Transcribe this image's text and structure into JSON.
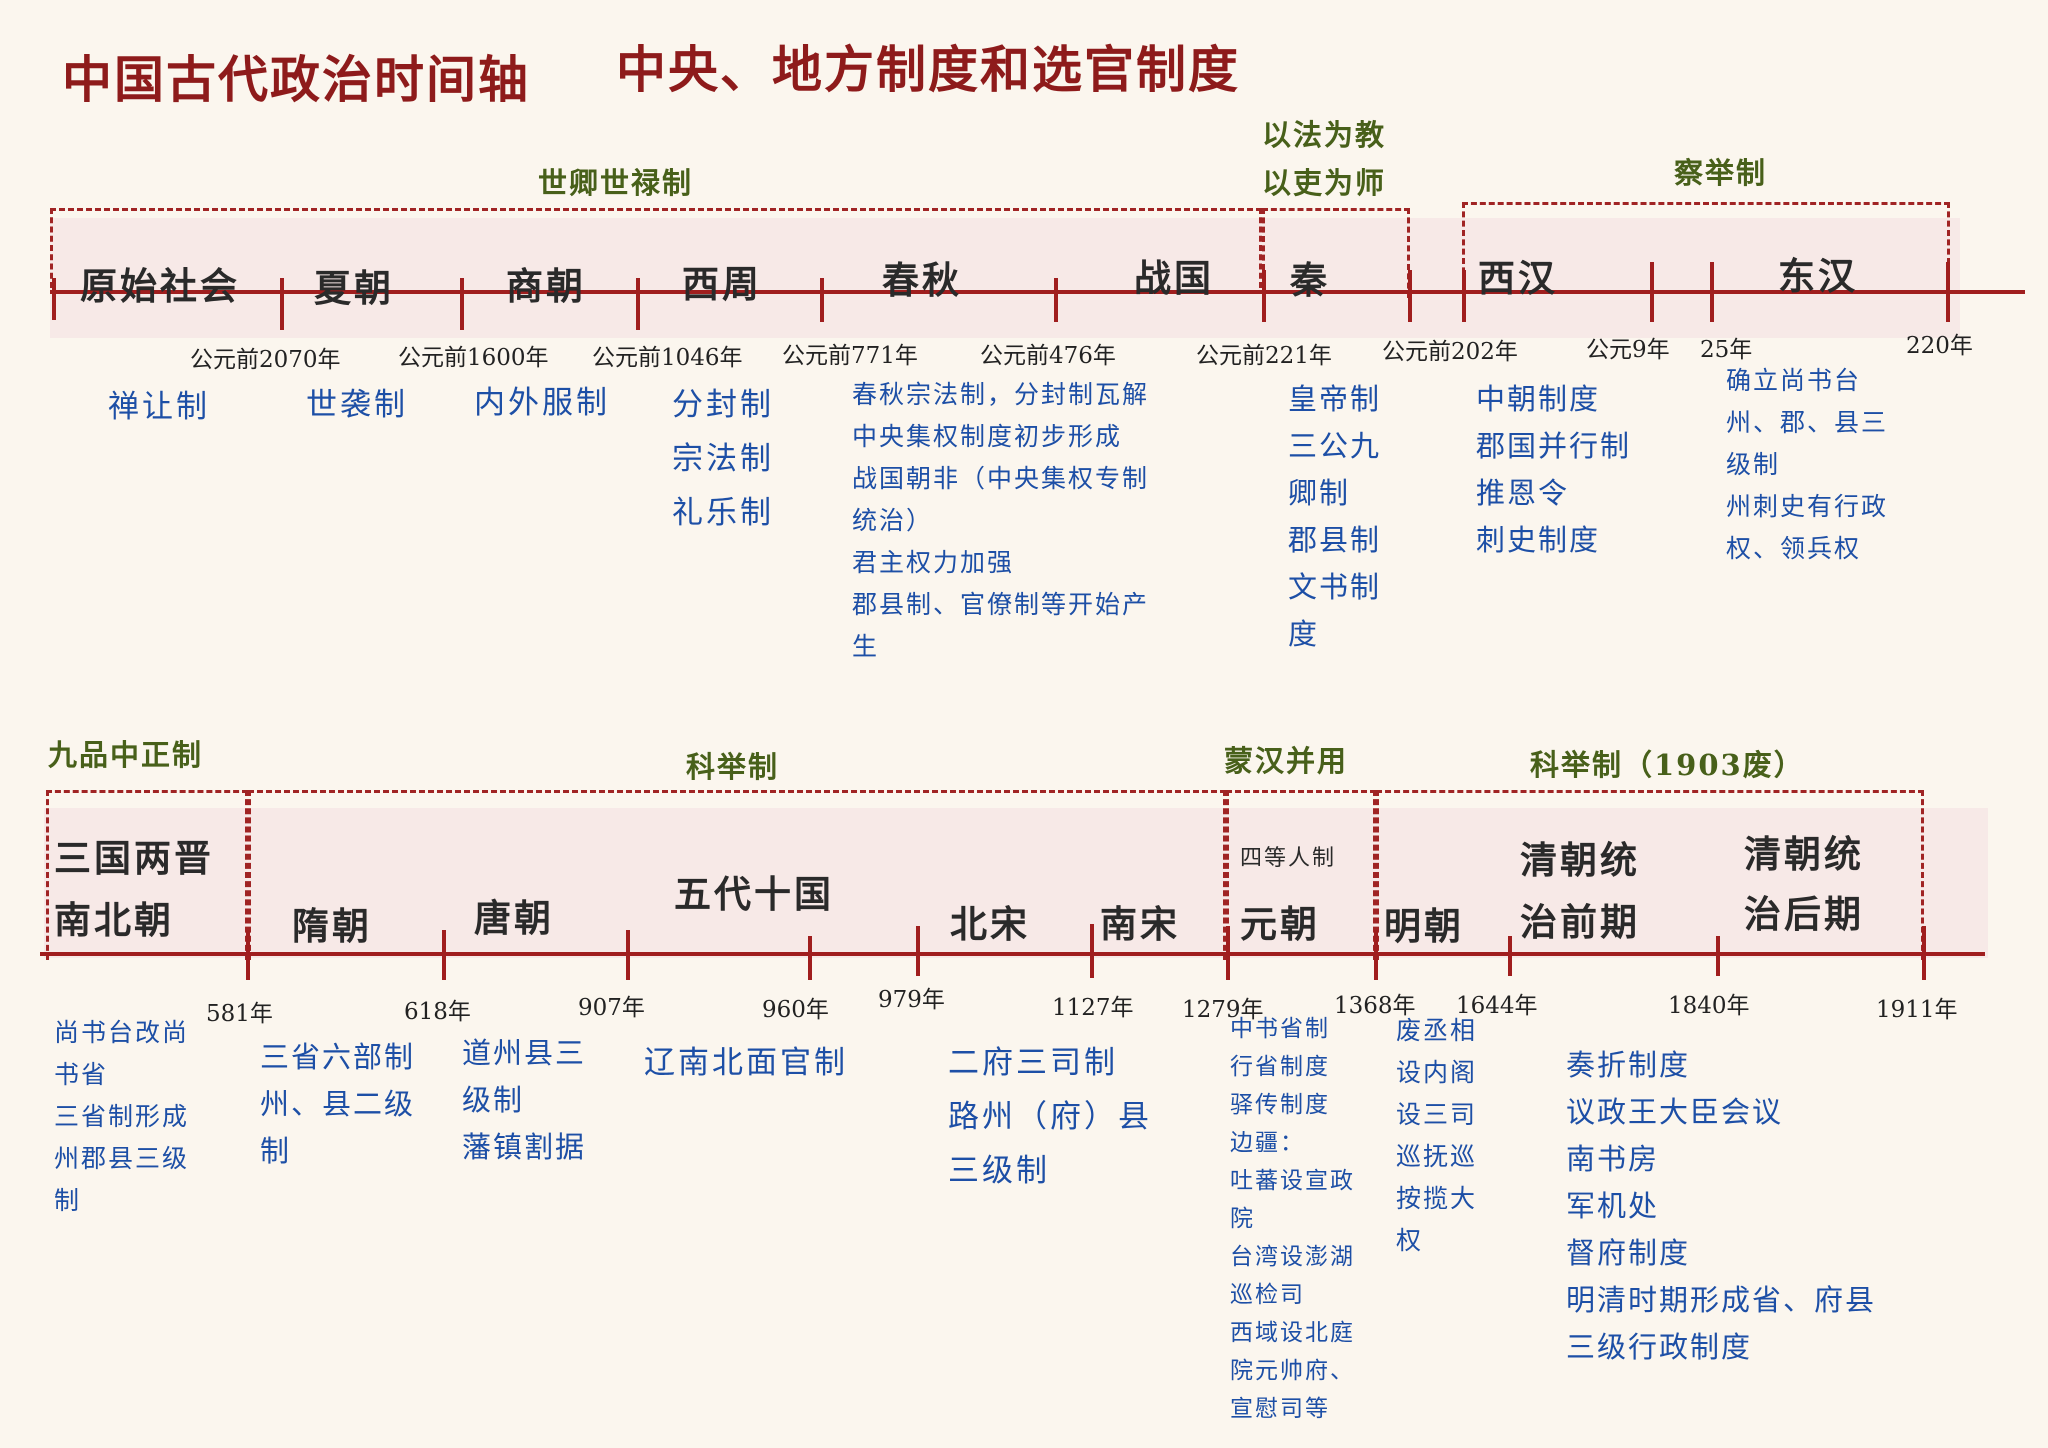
{
  "title": {
    "main": "中国古代政治时间轴",
    "sub": "中央、地方制度和选官制度"
  },
  "top": {
    "systems": {
      "shiqing": "世卿世禄制",
      "qin_line1": "以法为教",
      "qin_line2": "以吏为师",
      "chaju": "察举制"
    },
    "dynasties": {
      "primitive": "原始社会",
      "xia": "夏朝",
      "shang": "商朝",
      "xizhou": "西周",
      "chunqiu": "春秋",
      "zhanguo": "战国",
      "qin": "秦",
      "xihan": "西汉",
      "donghan": "东汉"
    },
    "years": {
      "y2070": "公元前2070年",
      "y1600": "公元前1600年",
      "y1046": "公元前1046年",
      "y771": "公元前771年",
      "y476": "公元前476年",
      "y221": "公元前221年",
      "y202": "公元前202年",
      "y9": "公元9年",
      "y25": "25年",
      "y220": "220年"
    },
    "notes": {
      "primitive": [
        "禅让制"
      ],
      "xia": [
        "世袭制"
      ],
      "shang": [
        "内外服制"
      ],
      "xizhou": [
        "分封制",
        "宗法制",
        "礼乐制"
      ],
      "chunqiu": [
        "春秋宗法制，分封制瓦解",
        "中央集权制度初步形成",
        "战国朝非（中央集权专制",
        "统治）",
        "君主权力加强",
        "郡县制、官僚制等开始产",
        "生"
      ],
      "qin": [
        "皇帝制",
        "三公九",
        "卿制",
        "郡县制",
        "文书制",
        "度"
      ],
      "xihan": [
        "中朝制度",
        "郡国并行制",
        "推恩令",
        "刺史制度"
      ],
      "donghan": [
        "确立尚书台",
        "州、郡、县三",
        "级制",
        "州刺史有行政",
        "权、领兵权"
      ]
    }
  },
  "bottom": {
    "systems": {
      "jiupin": "九品中正制",
      "keju1": "科举制",
      "menghan": "蒙汉并用",
      "keju2": "科举制（1903废）"
    },
    "dynasties": {
      "sanguo1": "三国两晋",
      "sanguo2": "南北朝",
      "sui": "隋朝",
      "tang": "唐朝",
      "wudai": "五代十国",
      "beisong": "北宋",
      "nansong": "南宋",
      "siden": "四等人制",
      "yuan": "元朝",
      "ming": "明朝",
      "qing_early1": "清朝统",
      "qing_early2": "治前期",
      "qing_late1": "清朝统",
      "qing_late2": "治后期"
    },
    "years": {
      "y581": "581年",
      "y618": "618年",
      "y907": "907年",
      "y960": "960年",
      "y979": "979年",
      "y1127": "1127年",
      "y1279": "1279年",
      "y1368": "1368年",
      "y1644": "1644年",
      "y1840": "1840年",
      "y1911": "1911年"
    },
    "notes": {
      "sanguo": [
        "尚书台改尚",
        "书省",
        "三省制形成",
        "州郡县三级",
        "制"
      ],
      "sui": [
        "三省六部制",
        "州、县二级",
        "制"
      ],
      "tang": [
        "道州县三",
        "级制",
        "藩镇割据"
      ],
      "wudai": [
        "辽南北面官制"
      ],
      "song": [
        "二府三司制",
        "路州（府）县",
        "三级制"
      ],
      "yuan": [
        "中书省制",
        "行省制度",
        "驿传制度",
        "边疆：",
        "吐蕃设宣政",
        "院",
        "台湾设澎湖",
        "巡检司",
        "西域设北庭",
        "院元帅府、",
        "宣慰司等"
      ],
      "ming": [
        "废丞相",
        "设内阁",
        "设三司",
        "巡抚巡",
        "按揽大",
        "权"
      ],
      "qing": [
        "奏折制度",
        "议政王大臣会议",
        "南书房",
        "军机处",
        "督府制度",
        "明清时期形成省、府县",
        "三级行政制度"
      ]
    }
  }
}
